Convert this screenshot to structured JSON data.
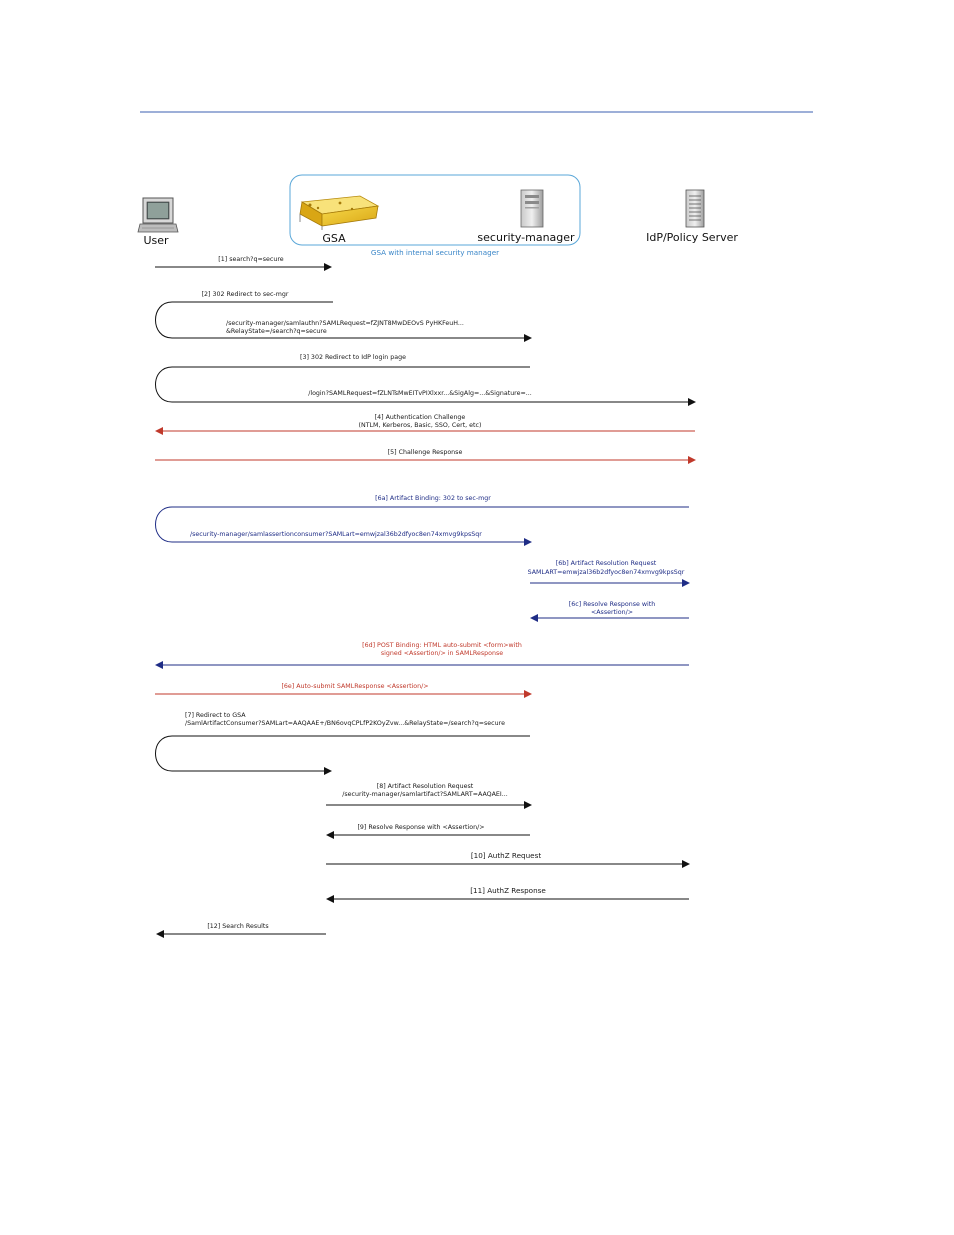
{
  "actors": {
    "user": "User",
    "gsa": "GSA",
    "security_manager": "security-manager",
    "idp": "IdP/Policy Server",
    "group_caption": "GSA with internal security manager"
  },
  "colors": {
    "black": "#111111",
    "red": "#c0392b",
    "blue": "#1f2d86",
    "group_border": "#5aa7d8",
    "header_rule": "#3b5fb0"
  },
  "messages": {
    "m1": "[1] search?q=secure",
    "m2a": "[2] 302 Redirect to  sec-mgr",
    "m2b": "/security-manager/samlauthn?SAMLRequest=fZJNT8MwDEOvS PyHKFeuH...",
    "m2c": "&RelayState=/search?q=secure",
    "m3a": "[3] 302 Redirect to IdP login page",
    "m3b": "/login?SAMLRequest=fZLNTsMwEITvPIXlxxr...&SigAlg=...&Signature=...",
    "m4a": "[4] Authentication Challenge",
    "m4b": "(NTLM, Kerberos, Basic, SSO, Cert, etc)",
    "m5": "[5] Challenge Response",
    "m6a": "[6a] Artifact Binding: 302 to sec-mgr",
    "m6a2": "/security-manager/samlassertionconsumer?SAMLart=emwjzal36b2dfyoc8en74xmvg9kpsSqr",
    "m6b1": "[6b] Artifact Resolution Request",
    "m6b2": "SAMLART=emwjzal36b2dfyoc8en74xmvg9kpsSqr",
    "m6c1": "[6c] Resolve Response with",
    "m6c2": "<Assertion/>",
    "m6d1": "[6d] POST Binding:  HTML auto-submit <form>with",
    "m6d2": "signed <Assertion/> in SAMLResponse",
    "m6e": "[6e] Auto-submit SAMLResponse <Assertion/>",
    "m7a": "[7] Redirect to GSA",
    "m7b": "/SamlArtifactConsumer?SAMLart=AAQAAE+/BN6ovqCPLfP2KOyZvw...&RelayState=/search?q=secure",
    "m8a": "[8] Artifact Resolution Request",
    "m8b": "/security-manager/samlartifact?SAMLART=AAQAEI...",
    "m9": "[9] Resolve Response with <Assertion/>",
    "m10": "[10] AuthZ Request",
    "m11": "[11] AuthZ Response",
    "m12": "[12] Search Results"
  }
}
